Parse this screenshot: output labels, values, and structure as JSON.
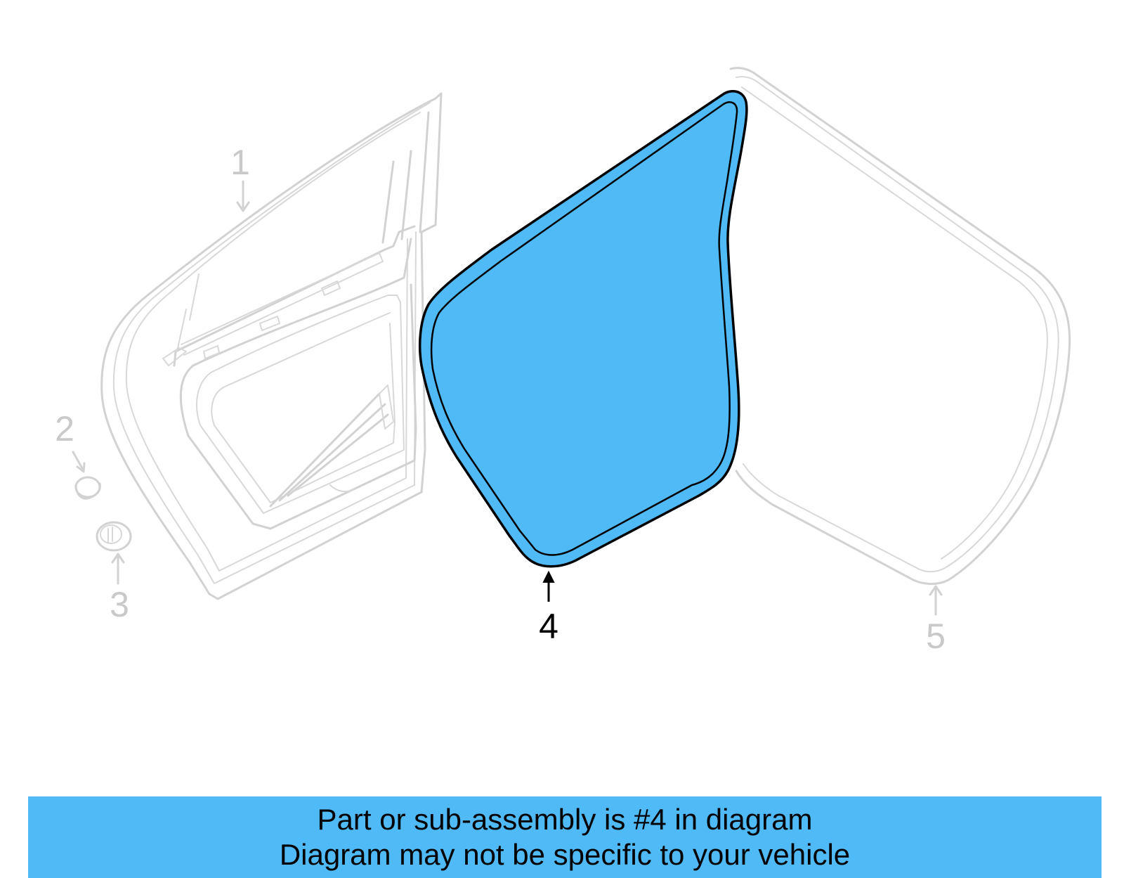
{
  "callouts": {
    "c1": "1",
    "c2": "2",
    "c3": "3",
    "c4": "4",
    "c5": "5"
  },
  "colors": {
    "highlight": "#4FBAF5",
    "ghost_line": "#d2d2d2",
    "active_line": "#000000"
  },
  "banner": {
    "line1": "Part or sub-assembly is #4 in diagram",
    "line2": "Diagram may not be specific to your vehicle"
  }
}
